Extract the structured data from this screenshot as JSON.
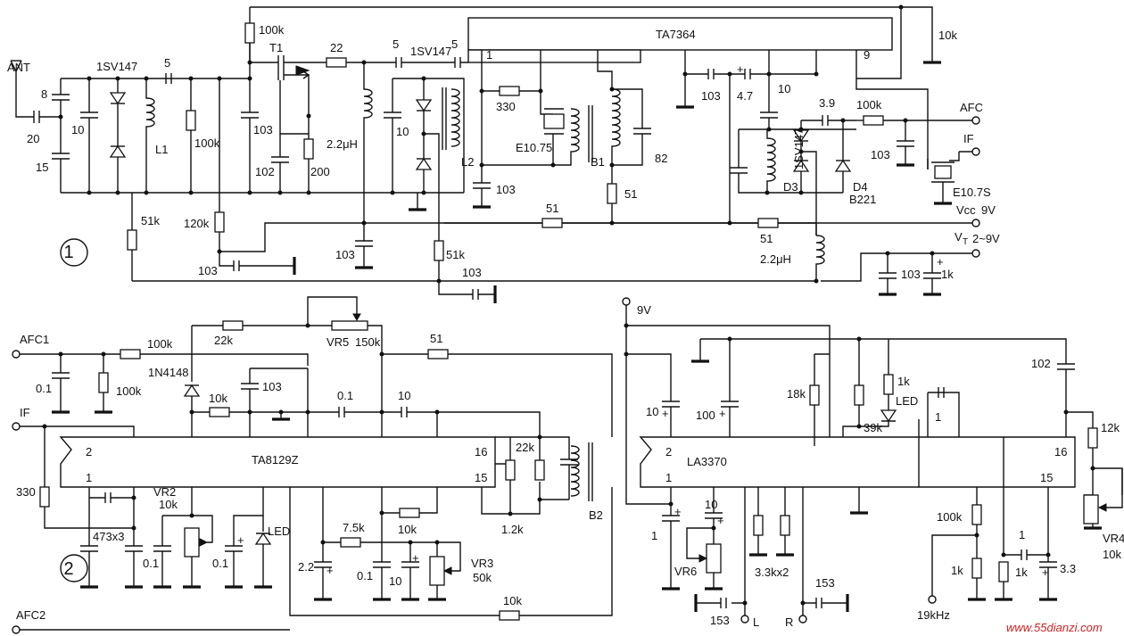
{
  "circuit1": {
    "number": "1",
    "ic": "TA7364",
    "ant": "ANT",
    "c_8": "8",
    "c_20": "20",
    "c_15": "15",
    "c_10a": "10",
    "varicap1": "1SV147",
    "c_5a": "5",
    "l1": "L1",
    "r_100k_a": "100k",
    "r_100k_b": "100k",
    "t1": "T1",
    "c_103a": "103",
    "c_102": "102",
    "r_200": "200",
    "r_22": "22",
    "c_5b": "5",
    "c_5c": "5",
    "varicap2": "1SV147",
    "ind_22uh_a": "2.2μH",
    "c_10b": "10",
    "pin1": "1",
    "pin9": "9",
    "r_330": "330",
    "e1075": "E10.75",
    "l2": "L2",
    "b1": "B1",
    "c_82": "82",
    "c_103b": "103",
    "r_51a": "51",
    "c_103c": "103",
    "c_47": "4.7",
    "c_10c": "10",
    "c_39": "3.9",
    "r_100k_c": "100k",
    "afc": "AFC",
    "if": "IF",
    "c_103d": "103",
    "e107s": "E10.7S",
    "varicap3": "1SV147",
    "d3": "D3",
    "d4": "D4",
    "b221": "B221",
    "r_10k": "10k",
    "r_51k_a": "51k",
    "r_120k": "120k",
    "r_51b": "51",
    "r_51c": "51",
    "vcc": "Vcc",
    "v9": "9V",
    "c_103e": "103",
    "r_51k_b": "51k",
    "c_103f": "103",
    "ind_22uh_b": "2.2μH",
    "vt": "V",
    "vt_sub": "T",
    "vt_range": "2~9V",
    "c_103g": "103",
    "c_103h": "103",
    "c_1k": "1k"
  },
  "circuit2": {
    "number": "2",
    "ic1": "TA8129Z",
    "ic2": "LA3370",
    "afc1": "AFC1",
    "r_100k_a": "100k",
    "c_01a": "0.1",
    "r_100k_b": "100k",
    "r_22k_a": "22k",
    "vr5": "VR5",
    "vr5_val": "150k",
    "r_51": "51",
    "v9": "9V",
    "diode_1n4148": "1N4148",
    "r_10k_a": "10k",
    "c_103": "103",
    "c_01b": "0.1",
    "c_10a": "10",
    "if": "IF",
    "pin2a": "2",
    "pin1a": "1",
    "pin16a": "16",
    "pin15a": "15",
    "r_22k_b": "22k",
    "b2": "B2",
    "r_12k_a": "1.2k",
    "r_330": "330",
    "c_473x3": "473x3",
    "vr2": "VR2",
    "vr2_val": "10k",
    "c_01c": "0.1",
    "c_01d": "0.1",
    "led_a": "LED",
    "r_75k": "7.5k",
    "r_10k_b": "10k",
    "vr3": "VR3",
    "vr3_val": "50k",
    "c_22": "2.2",
    "c_01e": "0.1",
    "c_10b": "10",
    "r_10k_c": "10k",
    "afc2": "AFC2",
    "c_10c": "10",
    "c_100": "100",
    "r_18k": "18k",
    "r_1k_a": "1k",
    "led_b": "LED",
    "r_39k": "39k",
    "c_1a": "1",
    "c_102": "102",
    "r_12k_b": "12k",
    "pin2b": "2",
    "pin1b": "1",
    "pin16b": "16",
    "pin15b": "15",
    "vr4": "VR4",
    "vr4_val": "10k",
    "c_1b": "1",
    "c_10d": "10",
    "vr6": "VR6",
    "r_33k": "3.3kx2",
    "c_153a": "153",
    "c_153b": "153",
    "out_l": "L",
    "out_r": "R",
    "r_100k_c": "100k",
    "r_1k_b": "1k",
    "c_1c": "1",
    "r_1k_c": "1k",
    "c_33": "3.3",
    "f19k": "19kHz"
  },
  "watermark": "www.55dianzi.com"
}
